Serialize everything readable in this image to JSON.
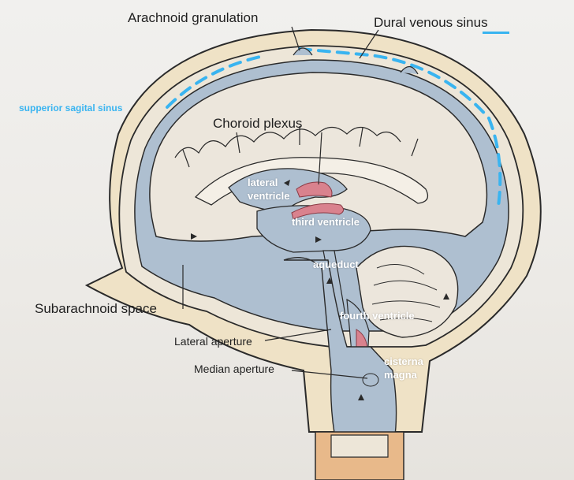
{
  "labels": {
    "arachnoid_granulation": "Arachnoid granulation",
    "dural_venous_sinus": "Dural venous sinus",
    "superior_sagittal_sinus": "supperior sagital sinus",
    "choroid_plexus": "Choroid plexus",
    "lateral_ventricle": "lateral\nventricle",
    "third_ventricle": "third ventricle",
    "aqueduct": "aqueduct",
    "subarachnoid_space": "Subarachnoid space",
    "fourth_ventricle": "fourth ventricle",
    "lateral_aperture": "Lateral aperture",
    "median_aperture": "Median aperture",
    "cisterna_magna": "cisterna\nmagna"
  },
  "colors": {
    "csf_blue": "#aebfd0",
    "choroid_pink": "#d9828e",
    "annotation_blue": "#39b4f0",
    "skin_tan": "#efe2c6",
    "spinal_cord_orange": "#e8b98a",
    "outline": "#2a2a2a"
  }
}
